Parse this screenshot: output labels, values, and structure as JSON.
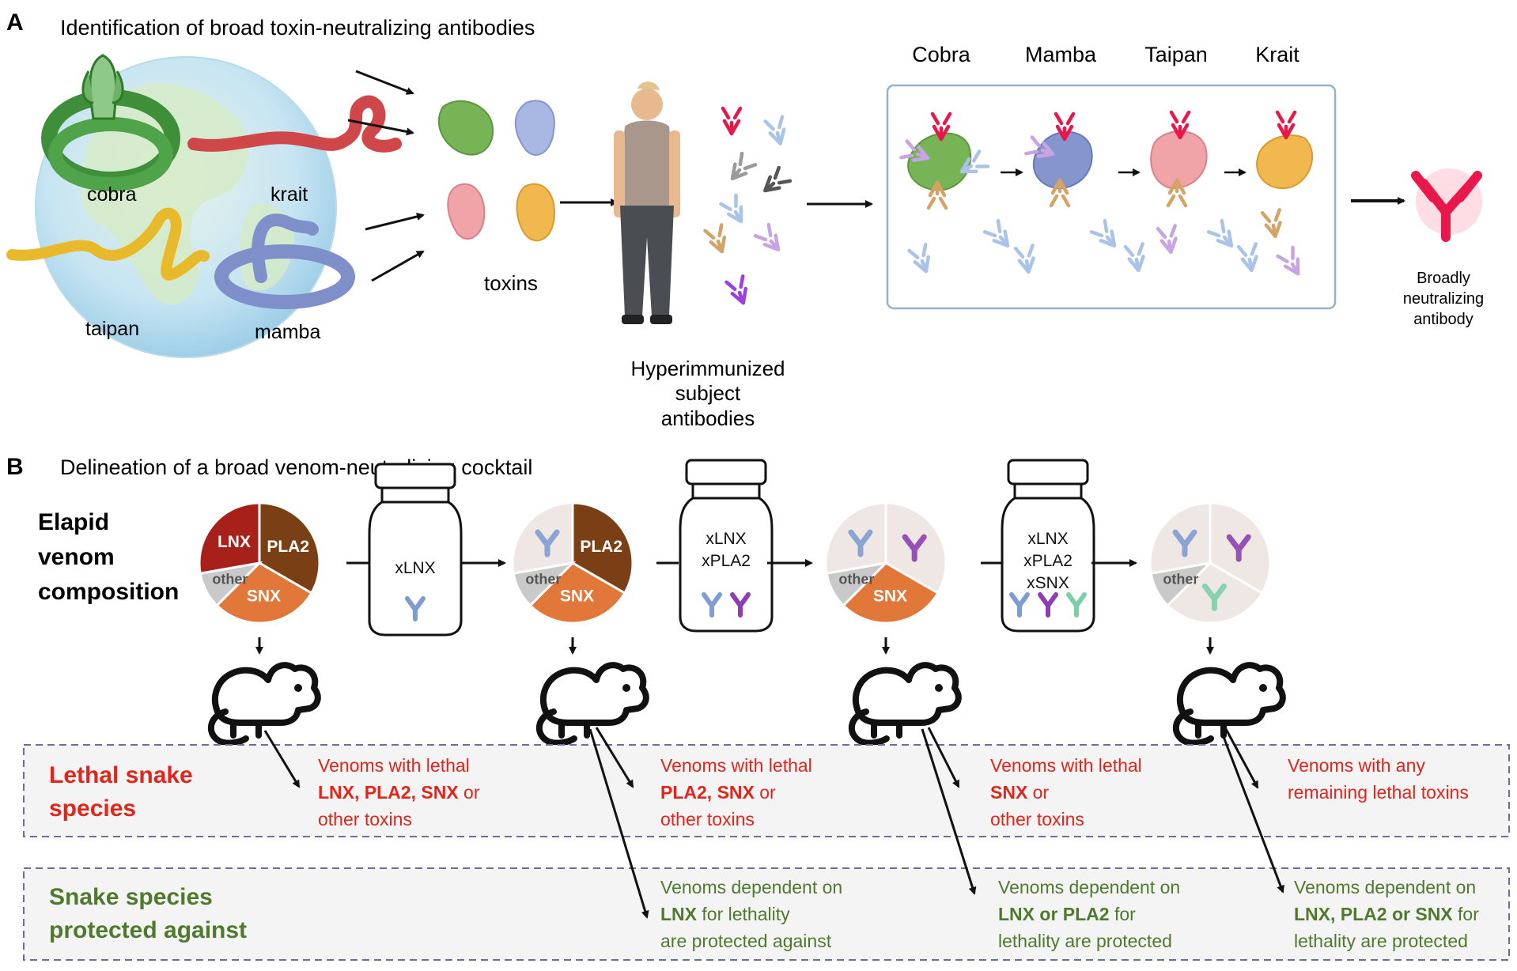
{
  "panel_a": {
    "letter": "A",
    "title": "Identification of broad toxin-neutralizing antibodies",
    "snakes": {
      "cobra": "cobra",
      "krait": "krait",
      "taipan": "taipan",
      "mamba": "mamba"
    },
    "toxins_label": "toxins",
    "subject_label": [
      "Hyperimmunized",
      "subject",
      "antibodies"
    ],
    "species_headers": [
      "Cobra",
      "Mamba",
      "Taipan",
      "Krait"
    ],
    "result_label": [
      "Broadly",
      "neutralizing",
      "antibody"
    ]
  },
  "panel_b": {
    "letter": "B",
    "title": "Delineation of a broad venom-neutralizing cocktail",
    "composition_label": [
      "Elapid",
      "venom",
      "composition"
    ],
    "pie_labels": {
      "lnx": "LNX",
      "pla2": "PLA2",
      "snx": "SNX",
      "other": "other"
    },
    "vials": [
      [
        "xLNX"
      ],
      [
        "xLNX",
        "xPLA2"
      ],
      [
        "xLNX",
        "xPLA2",
        "xSNX"
      ]
    ],
    "lethal_label": [
      "Lethal snake",
      "species"
    ],
    "protected_label": [
      "Snake species",
      "protected against"
    ],
    "lethal_texts": [
      {
        "line1": "Venoms with lethal",
        "bold": "LNX, PLA2, SNX",
        "rest": " or",
        "line3": "other toxins"
      },
      {
        "line1": "Venoms with lethal",
        "bold": "PLA2, SNX",
        "rest": " or",
        "line3": "other toxins"
      },
      {
        "line1": "Venoms with lethal",
        "bold": "SNX",
        "rest": " or",
        "line3": "other toxins"
      },
      {
        "line1": "Venoms with any",
        "bold": "",
        "rest": "remaining lethal toxins",
        "line3": ""
      }
    ],
    "protected_texts": [
      {
        "line1": "Venoms dependent on",
        "bold": "LNX",
        "rest": " for lethality",
        "line3": "are protected against"
      },
      {
        "line1": "Venoms dependent on",
        "bold": "LNX or PLA2",
        "rest": " for",
        "line3": "lethality are protected"
      },
      {
        "line1": "Venoms dependent on",
        "bold": "LNX, PLA2 or SNX",
        "rest": " for",
        "line3": "lethality are protected"
      }
    ]
  },
  "colors": {
    "lnx": "#a8201a",
    "pla2": "#7b3f16",
    "snx": "#e2773a",
    "other": "#c9c9c9",
    "neutralized": "#efe7e4",
    "lethal_text": "#e1251b",
    "protected_text": "#4f7a2e",
    "cobra": "#3f8f3a",
    "krait": "#d0474a",
    "taipan": "#e8b92a",
    "mamba": "#7f8fc9",
    "antibody_red": "#e8194a"
  }
}
